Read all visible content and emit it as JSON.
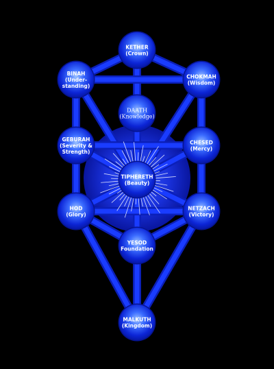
{
  "colors": {
    "background": "#000000",
    "path": "#1a3cff",
    "sphere_light": "#7fb0ff",
    "sphere_dark": "#0a1fd0",
    "glow": "#2040ff",
    "text": "#ffffff"
  },
  "sephirot": [
    {
      "id": "kether",
      "lines": [
        "KETHER",
        "(Crown)"
      ]
    },
    {
      "id": "binah",
      "lines": [
        "BINAH",
        "(Under-",
        "standing)"
      ]
    },
    {
      "id": "chokmah",
      "lines": [
        "CHOKMAH",
        "(Wisdom)"
      ]
    },
    {
      "id": "daath",
      "lines": [
        "DAATH",
        "(Knowledge)"
      ]
    },
    {
      "id": "geburah",
      "lines": [
        "GEBURAH",
        "(Severity &",
        "Strength)"
      ]
    },
    {
      "id": "chesed",
      "lines": [
        "CHESED",
        "(Mercy)"
      ]
    },
    {
      "id": "tiphereth",
      "lines": [
        "TIPHERETH",
        "(Beauty)"
      ]
    },
    {
      "id": "hod",
      "lines": [
        "HOD",
        "(Glory)"
      ]
    },
    {
      "id": "netzach",
      "lines": [
        "NETZACH",
        "(Victory)"
      ]
    },
    {
      "id": "yesod",
      "lines": [
        "YESOD",
        "Foundation"
      ]
    },
    {
      "id": "malkuth",
      "lines": [
        "MALKUTH",
        "(Kingdom)"
      ]
    }
  ],
  "paths": [
    [
      "kether",
      "binah"
    ],
    [
      "kether",
      "chokmah"
    ],
    [
      "kether",
      "tiphereth"
    ],
    [
      "binah",
      "chokmah"
    ],
    [
      "binah",
      "geburah"
    ],
    [
      "binah",
      "tiphereth"
    ],
    [
      "chokmah",
      "chesed"
    ],
    [
      "chokmah",
      "tiphereth"
    ],
    [
      "geburah",
      "chesed"
    ],
    [
      "geburah",
      "tiphereth"
    ],
    [
      "geburah",
      "hod"
    ],
    [
      "chesed",
      "tiphereth"
    ],
    [
      "chesed",
      "netzach"
    ],
    [
      "tiphereth",
      "hod"
    ],
    [
      "tiphereth",
      "netzach"
    ],
    [
      "tiphereth",
      "yesod"
    ],
    [
      "hod",
      "netzach"
    ],
    [
      "hod",
      "yesod"
    ],
    [
      "hod",
      "malkuth"
    ],
    [
      "netzach",
      "yesod"
    ],
    [
      "netzach",
      "malkuth"
    ],
    [
      "yesod",
      "malkuth"
    ]
  ]
}
